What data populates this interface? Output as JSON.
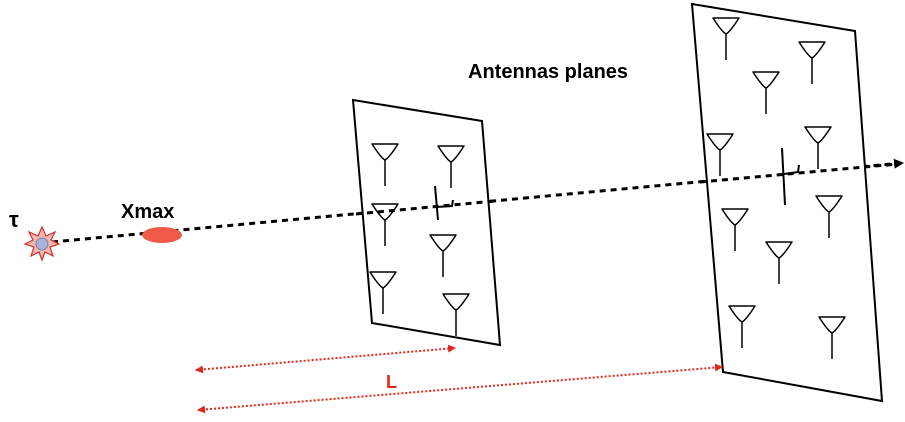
{
  "labels": {
    "tau": "τ",
    "xmax": "Xmax",
    "planes": "Antennas planes",
    "distance": "L"
  },
  "colors": {
    "line": "#000000",
    "xmax_fill": "#f05a4a",
    "distance_arrow": "#e0281c",
    "source_outer": "#d0302a",
    "source_inner": "#a8b4d8"
  },
  "icons": {
    "source": "tau-source-icon",
    "antenna": "antenna-icon"
  }
}
